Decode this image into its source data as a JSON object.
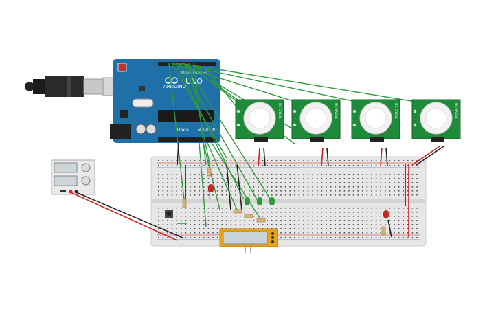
{
  "arduino": {
    "brand": "ARDUINO",
    "model": "UNO",
    "digital_label": "DIGITAL (PWM ~)",
    "power_label": "POWER",
    "analog_label": "ANALOG IN",
    "board_color": "#1f6fa8"
  },
  "pir_sensors": [
    {
      "label": "HC-SR501"
    },
    {
      "label": "HC-SR501"
    },
    {
      "label": "HC-SR501"
    },
    {
      "label": "HC-SR501"
    }
  ],
  "colors": {
    "wire_green": "#2e9b3b",
    "wire_red": "#d42020",
    "wire_black": "#222222",
    "pir_green": "#1f8a3a",
    "lcd_frame": "#e8a21a",
    "breadboard": "#e6e6e6"
  },
  "icons": {
    "usb": "usb-cable-icon",
    "power_supply": "power-supply-icon",
    "pushbutton": "pushbutton-icon"
  }
}
